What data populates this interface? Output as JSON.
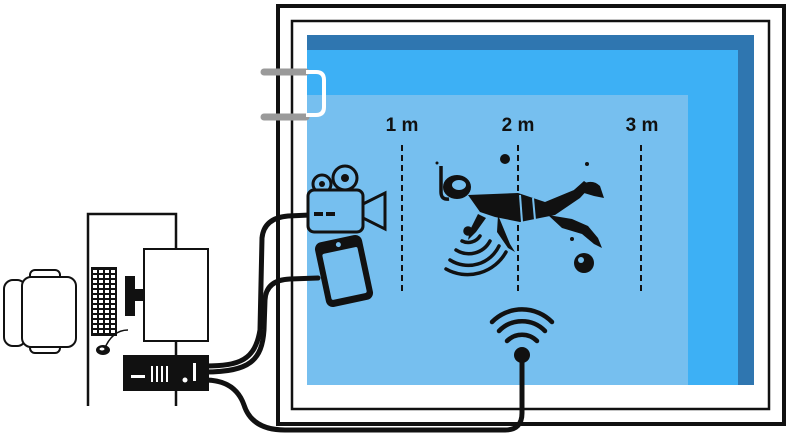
{
  "distance_markers": [
    {
      "label": "1 m"
    },
    {
      "label": "2 m"
    },
    {
      "label": "3 m"
    }
  ],
  "colors": {
    "pool_deep": "#2f76b0",
    "pool_mid": "#3db0f5",
    "pool_shallow": "#76bfef",
    "outline": "#111111",
    "ladder": "#9a9a9a"
  },
  "icons": {
    "camera": "video-camera-icon",
    "tablet": "tablet-icon",
    "wifi": "wifi-router-icon",
    "swimmer": "snorkel-swimmer-icon",
    "desk": "desk-icon",
    "chair": "office-chair-icon",
    "monitor": "monitor-icon",
    "keyboard": "keyboard-icon",
    "mouse": "mouse-icon",
    "computer": "desktop-tower-icon"
  }
}
